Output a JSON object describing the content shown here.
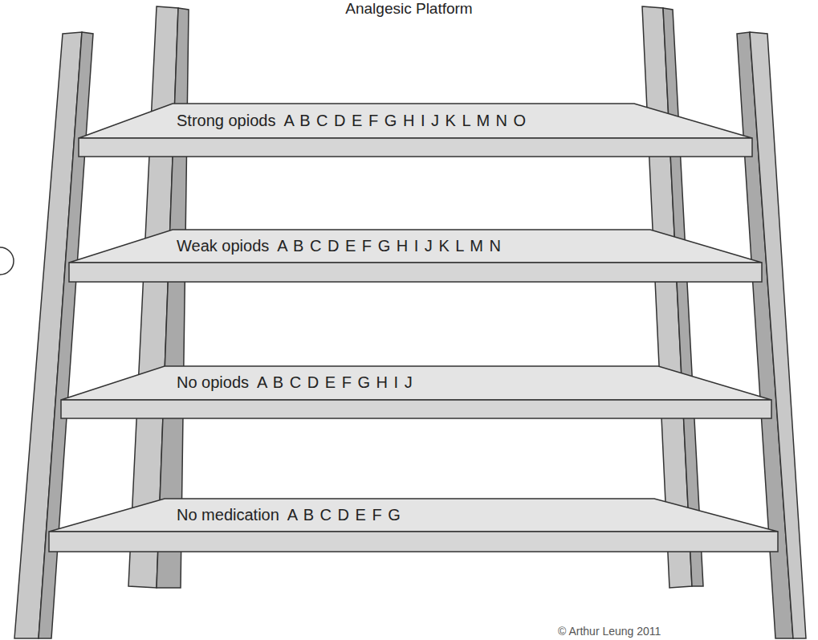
{
  "diagram": {
    "title": "Analgesic Platform",
    "nodes": [
      {
        "text": [
          "Strong opiods",
          "A B C D E F G H I J K L M N O"
        ]
      },
      {
        "text": [
          "Weak opiods",
          "A B C D E F G H I J K L M N"
        ]
      },
      {
        "text": [
          "No opiods",
          "A B C D E F G H I J"
        ]
      },
      {
        "text": [
          "No medication",
          "A B C D E F G"
        ]
      }
    ],
    "labels": [
      "© Arthur Leung 2011"
    ]
  }
}
